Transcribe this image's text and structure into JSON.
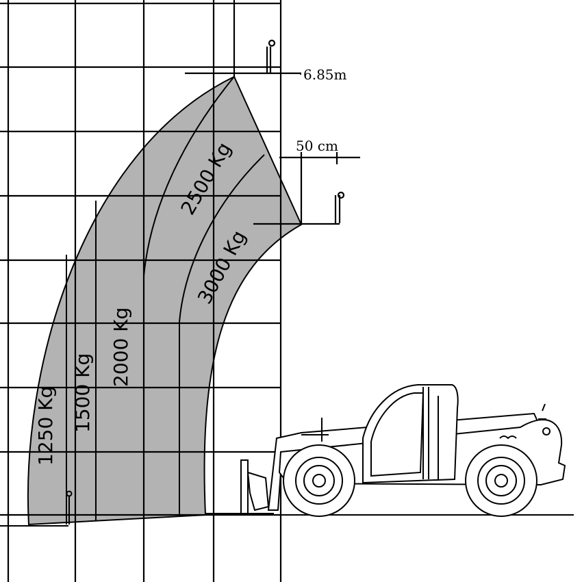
{
  "diagram": {
    "max_height_label": "6.85m",
    "offset_label": "50 cm",
    "zones": [
      {
        "id": "zone-1250",
        "label": "1250 Kg"
      },
      {
        "id": "zone-1500",
        "label": "1500 Kg"
      },
      {
        "id": "zone-2000",
        "label": "2000 Kg"
      },
      {
        "id": "zone-2500",
        "label": "2500 Kg"
      },
      {
        "id": "zone-3000",
        "label": "3000 Kg"
      }
    ],
    "colors": {
      "zone_fill": "#b3b3b3",
      "grid": "#000000",
      "background": "#ffffff"
    }
  }
}
